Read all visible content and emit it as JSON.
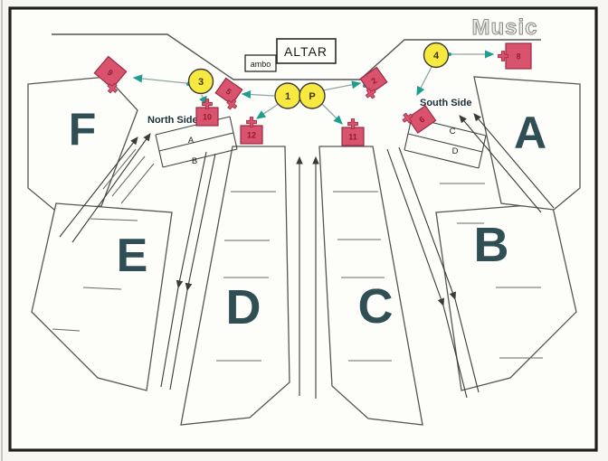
{
  "labels": {
    "music": "Music",
    "altar": "ALTAR",
    "ambo": "ambo",
    "north_side": "North Side",
    "south_side": "South Side"
  },
  "sections": {
    "a": "A",
    "b": "B",
    "c": "C",
    "d": "D",
    "e": "E",
    "f": "F"
  },
  "rows": {
    "north": [
      "A",
      "B"
    ],
    "south": [
      "C",
      "D"
    ]
  },
  "circles": [
    {
      "label": "3"
    },
    {
      "label": "1"
    },
    {
      "label": "P"
    },
    {
      "label": "4"
    }
  ],
  "stations": [
    {
      "label": "9"
    },
    {
      "label": "5"
    },
    {
      "label": "10"
    },
    {
      "label": "12"
    },
    {
      "label": "11"
    },
    {
      "label": "2"
    },
    {
      "label": "6"
    },
    {
      "label": "8"
    }
  ],
  "colors": {
    "station_fill": "#d9536e",
    "station_border": "#9c2b44",
    "circle_fill": "#f7e93f",
    "circle_border": "#3a3a3a",
    "section_letter": "#2f4f55",
    "arrow": "#1d9e8f"
  }
}
